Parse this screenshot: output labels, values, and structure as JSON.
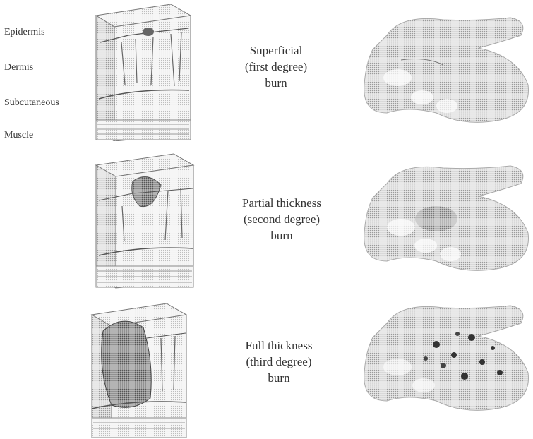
{
  "layer_labels": [
    "Epidermis",
    "Dermis",
    "Subcutaneous",
    "Muscle"
  ],
  "burns": [
    {
      "lines": [
        "Superficial",
        "(first degree)",
        "burn"
      ],
      "skin_icon": "skin-block-superficial-icon",
      "hand_icon": "hand-superficial-burn-icon"
    },
    {
      "lines": [
        "Partial thickness",
        "(second degree)",
        "burn"
      ],
      "skin_icon": "skin-block-partial-thickness-icon",
      "hand_icon": "hand-partial-burn-icon"
    },
    {
      "lines": [
        "Full thickness",
        "(third degree)",
        "burn"
      ],
      "skin_icon": "skin-block-full-thickness-icon",
      "hand_icon": "hand-full-thickness-burn-icon"
    }
  ]
}
